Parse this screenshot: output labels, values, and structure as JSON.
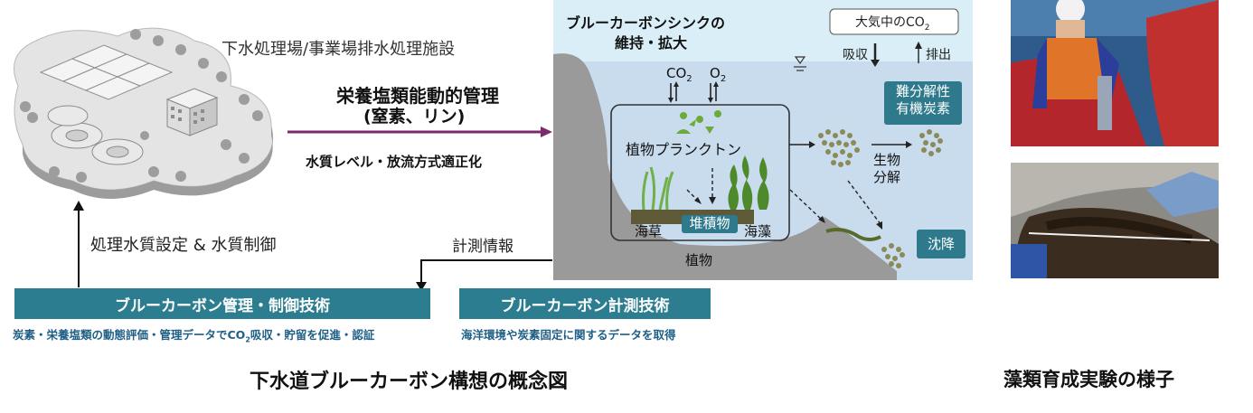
{
  "facility": {
    "label": "下水処理場/事業場排水処理施設"
  },
  "arrow_main": {
    "title_line1": "栄養塩類能動的管理",
    "title_line2": "(窒素、リン)",
    "subtitle": "水質レベル・放流方式適正化"
  },
  "left_up_label": "処理水質設定 & 水質制御",
  "measure_label": "計測情報",
  "panel": {
    "title_line1": "ブルーカーボンシンクの",
    "title_line2": "維持・拡大",
    "atmosphere": "大気中のCO",
    "atmosphere_sub": "2",
    "absorb": "吸収",
    "emit": "排出",
    "co2": "CO",
    "co2_sub": "2",
    "o2": "O",
    "o2_sub": "2",
    "phytoplankton": "植物プランクトン",
    "seagrass": "海草",
    "sediment": "堆積物",
    "seaweed": "海藻",
    "plants": "植物",
    "refractory": [
      "難分解性",
      "有機炭素"
    ],
    "biodegradation": [
      "生物",
      "分解"
    ],
    "sinking": "沈降"
  },
  "box_control": {
    "label": "ブルーカーボン管理・制御技術",
    "caption_pre": "炭素・栄養塩類の動態評価・管理データでCO",
    "caption_sub": "2",
    "caption_post": "吸収・貯留を促進・認証"
  },
  "box_measure": {
    "label": "ブルーカーボン計測技術",
    "caption": "海洋環境や炭素固定に関するデータを取得"
  },
  "caption_left": "下水道ブルーカーボン構想の概念図",
  "caption_right": "藻類育成実験の様子",
  "colors": {
    "teal": "#2b7d8f",
    "arrow": "#7b2a6d",
    "water": "#c9dced",
    "sky": "#d9eef6"
  }
}
